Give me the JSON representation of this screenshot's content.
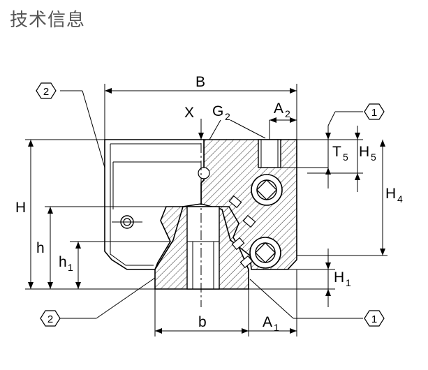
{
  "title": "技术信息",
  "labels": {
    "B": "B",
    "X": "X",
    "G": "G",
    "G_sub": "2",
    "A2": "A",
    "A2_sub": "2",
    "T5": "T",
    "T5_sub": "5",
    "H5": "H",
    "H5_sub": "5",
    "H4": "H",
    "H4_sub": "4",
    "H": "H",
    "h": "h",
    "h1": "h",
    "h1_sub": "1",
    "H1": "H",
    "H1_sub": "1",
    "b": "b",
    "A1": "A",
    "A1_sub": "1"
  },
  "callouts": {
    "top_left": "2",
    "top_right": "1",
    "bottom_left": "2",
    "bottom_right": "1"
  }
}
